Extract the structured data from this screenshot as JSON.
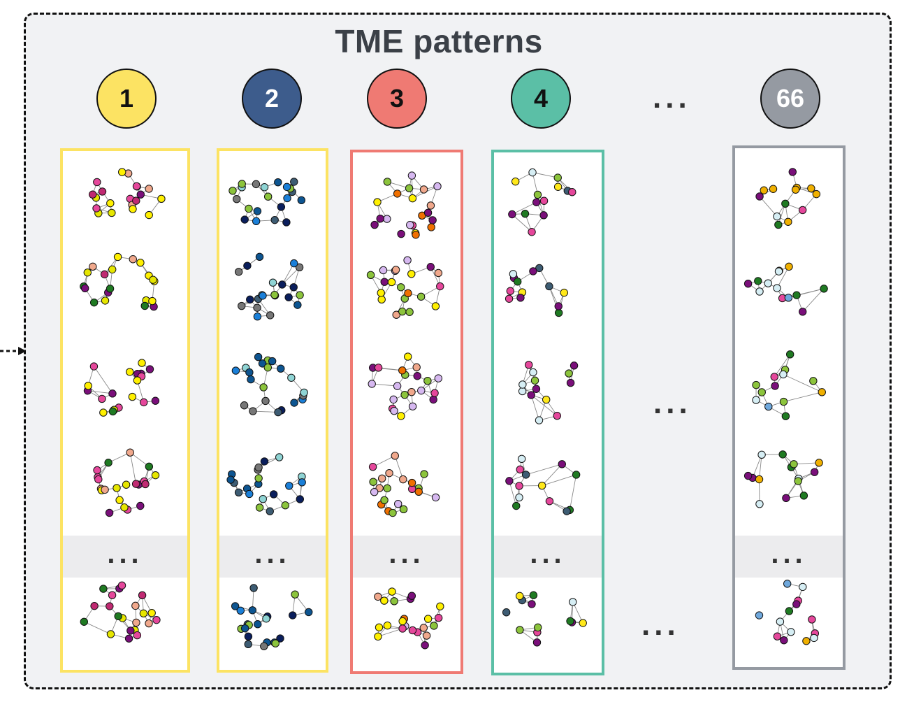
{
  "title": "TME patterns",
  "patterns": [
    {
      "label": "1",
      "color": "#fce363",
      "border": "#fce363",
      "text_color": "#111111",
      "palette": [
        "#7a0f7a",
        "#fff000",
        "#f0a88c",
        "#e5479b",
        "#c02a72",
        "#1f7a22",
        "#e6e600"
      ]
    },
    {
      "label": "2",
      "color": "#3d5c8c",
      "border": "#fce363",
      "text_color": "#ffffff",
      "palette": [
        "#0d5591",
        "#1a7fd8",
        "#3d5c73",
        "#8fd4d4",
        "#8cc43c",
        "#0a1e5c",
        "#777777"
      ]
    },
    {
      "label": "3",
      "color": "#ef7a73",
      "border": "#ef7a73",
      "text_color": "#111111",
      "palette": [
        "#f0a88c",
        "#7a0f7a",
        "#8cc43c",
        "#f07000",
        "#fff000",
        "#e5479b",
        "#d6b8f0"
      ]
    },
    {
      "label": "4",
      "color": "#5bbfa6",
      "border": "#5bbfa6",
      "text_color": "#111111",
      "palette": [
        "#7a0f7a",
        "#e5479b",
        "#1f7a22",
        "#8cc43c",
        "#ffe81a",
        "#d6eef4",
        "#3d5c73"
      ]
    },
    {
      "label": "66",
      "color": "#959aa2",
      "border": "#959aa2",
      "text_color": "#ffffff",
      "palette": [
        "#d6eef4",
        "#8cc43c",
        "#1f7a22",
        "#7a0f7a",
        "#e5479b",
        "#6fa8dc",
        "#f0b000"
      ]
    }
  ],
  "ellipsis": "..."
}
